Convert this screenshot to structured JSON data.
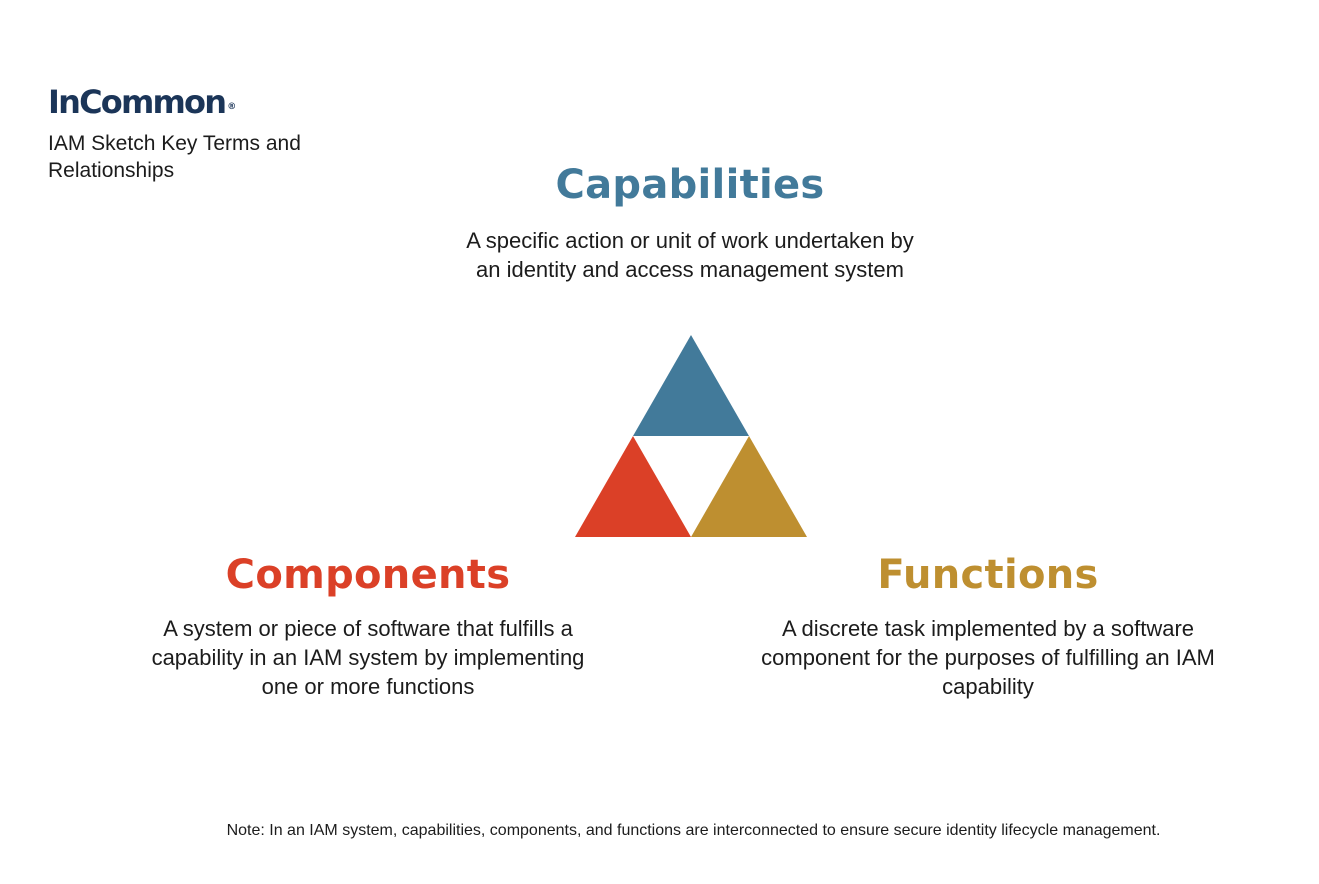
{
  "brand": {
    "logo_text": "InCommon",
    "registered_mark": "®",
    "subtitle": "IAM Sketch Key Terms and Relationships",
    "logo_color": "#1b3558"
  },
  "terms": {
    "capabilities": {
      "heading": "Capabilities",
      "description": "A specific action or unit of work undertaken by an identity and access management system",
      "color": "#427a9a"
    },
    "components": {
      "heading": "Components",
      "description": "A system or piece of software that fulfills a capability in an IAM system by implementing one or more functions",
      "color": "#db4027"
    },
    "functions": {
      "heading": "Functions",
      "description": "A discrete task implemented by a software component for the purposes of fulfilling an IAM capability",
      "color": "#be8f30"
    }
  },
  "diagram": {
    "top_segment_color": "#427a9a",
    "left_segment_color": "#db4027",
    "right_segment_color": "#be8f30",
    "center_color": "#ffffff"
  },
  "footer": {
    "note": "Note: In an IAM system, capabilities, components, and functions are interconnected to ensure secure identity lifecycle management."
  }
}
